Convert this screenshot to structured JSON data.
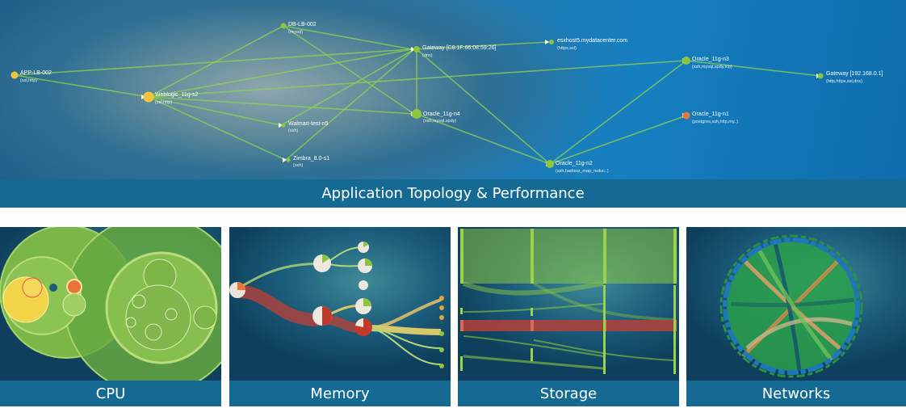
{
  "main_caption": "Application Topology & Performance",
  "nodes": [
    {
      "name": "APP-LB-002",
      "sub": "(ssl,http)",
      "color": "#f2c53d"
    },
    {
      "name": "DB-LB-002",
      "sub": "(mysql)",
      "color": "#8cc63f"
    },
    {
      "name": "Weblogic_11g-s2",
      "sub": "(ssl,http)",
      "color": "#f2c53d"
    },
    {
      "name": "Walmart-test-n5",
      "sub": "(ssh)",
      "color": "#8cc63f"
    },
    {
      "name": "Zimbra_8.0-s1",
      "sub": "(ssh)",
      "color": "#8cc63f"
    },
    {
      "name": "Gateway [C8:1F:66:08:59:26]",
      "sub": "(dns)",
      "color": "#8cc63f"
    },
    {
      "name": "Oracle_11g-n4",
      "sub": "(ssh,mysql,spdy)",
      "color": "#8cc63f"
    },
    {
      "name": "esxhost5.mydatacenter.com",
      "sub": "(https,ssl)",
      "color": "#8cc63f"
    },
    {
      "name": "Oracle_11g-n2",
      "sub": "(ssh,hadoop_map_reduc..)",
      "color": "#8cc63f"
    },
    {
      "name": "Oracle_11g-n3",
      "sub": "(ssh,mysql,spdy,tcp)",
      "color": "#8cc63f"
    },
    {
      "name": "Oracle_11g-n1",
      "sub": "(postgres,ssh,http,my..)",
      "color": "#e8763a"
    },
    {
      "name": "Gateway [192.168.0.1]",
      "sub": "(http,https,ssl,dns)",
      "color": "#8cc63f"
    }
  ],
  "panels": [
    {
      "caption": "CPU"
    },
    {
      "caption": "Memory"
    },
    {
      "caption": "Storage"
    },
    {
      "caption": "Networks"
    }
  ]
}
